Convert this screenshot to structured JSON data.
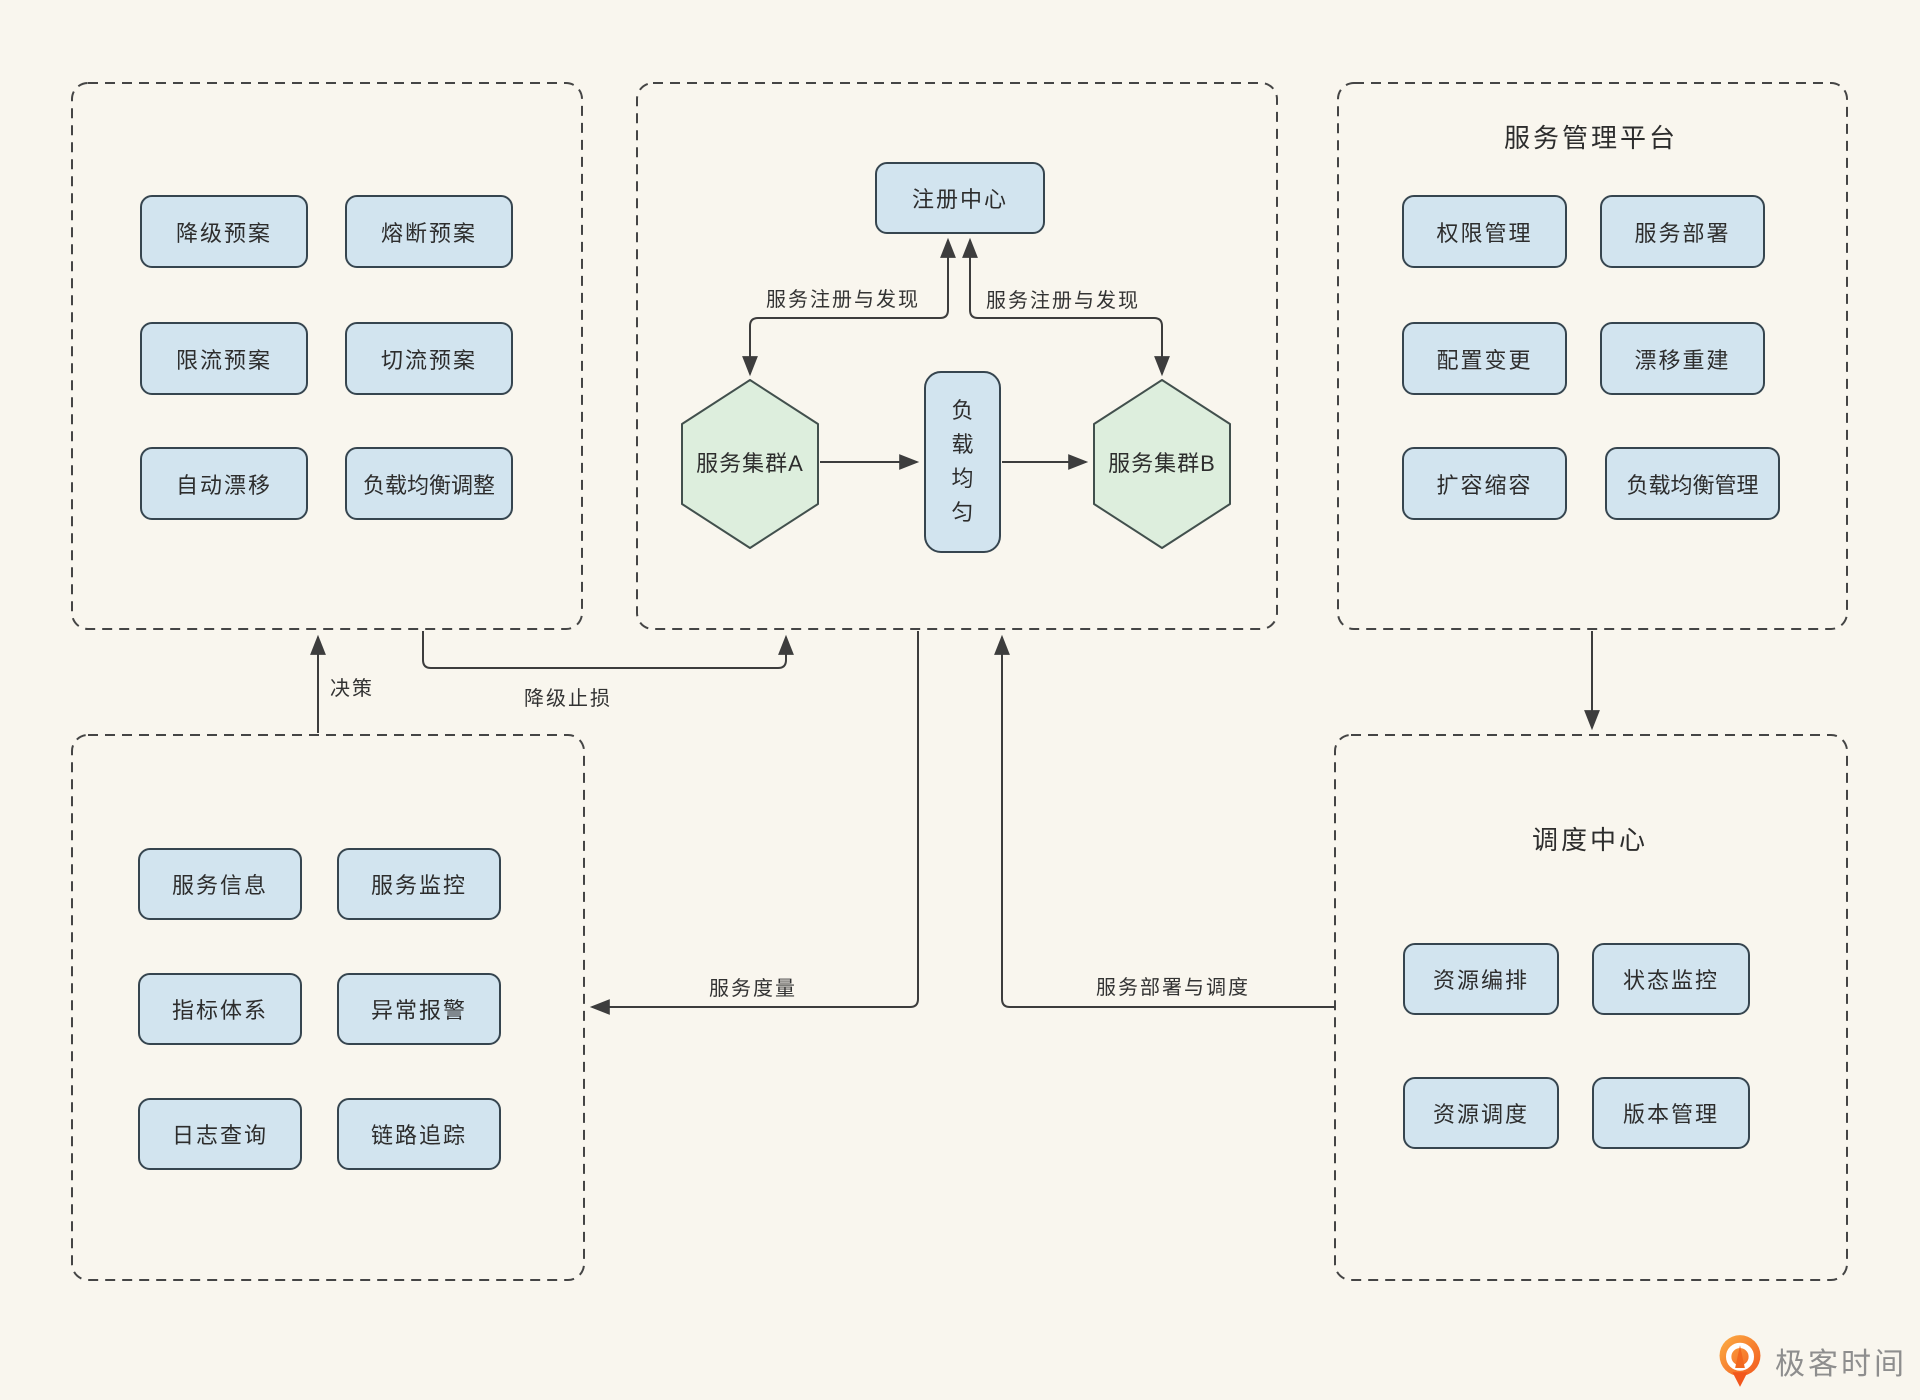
{
  "colors": {
    "background": "#f9f6ee",
    "node_blue": "#d2e4ef",
    "hex_green": "#ddeedd",
    "line": "#3d3d3d",
    "border_dark": "#36454f",
    "logo_text": "#8e8e8e",
    "accent_orange": "#f0611c"
  },
  "containers": {
    "plans": {
      "items": [
        "降级预案",
        "熔断预案",
        "限流预案",
        "切流预案",
        "自动漂移",
        "负载均衡调整"
      ]
    },
    "cluster": {
      "registry": "注册中心",
      "cluster_a": "服务集群A",
      "cluster_b": "服务集群B",
      "load_balance": "负\n载\n均\n匀",
      "reg_label_left": "服务注册与发现",
      "reg_label_right": "服务注册与发现"
    },
    "platform": {
      "title": "服务管理平台",
      "items": [
        "权限管理",
        "服务部署",
        "配置变更",
        "漂移重建",
        "扩容缩容",
        "负载均衡管理"
      ]
    },
    "observe": {
      "items": [
        "服务信息",
        "服务监控",
        "指标体系",
        "异常报警",
        "日志查询",
        "链路追踪"
      ]
    },
    "scheduler": {
      "title": "调度中心",
      "items": [
        "资源编排",
        "状态监控",
        "资源调度",
        "版本管理"
      ]
    }
  },
  "edges": {
    "decision": "决策",
    "degrade": "降级止损",
    "measure": "服务度量",
    "deploy": "服务部署与调度"
  },
  "logo": {
    "text": "极客时间"
  }
}
